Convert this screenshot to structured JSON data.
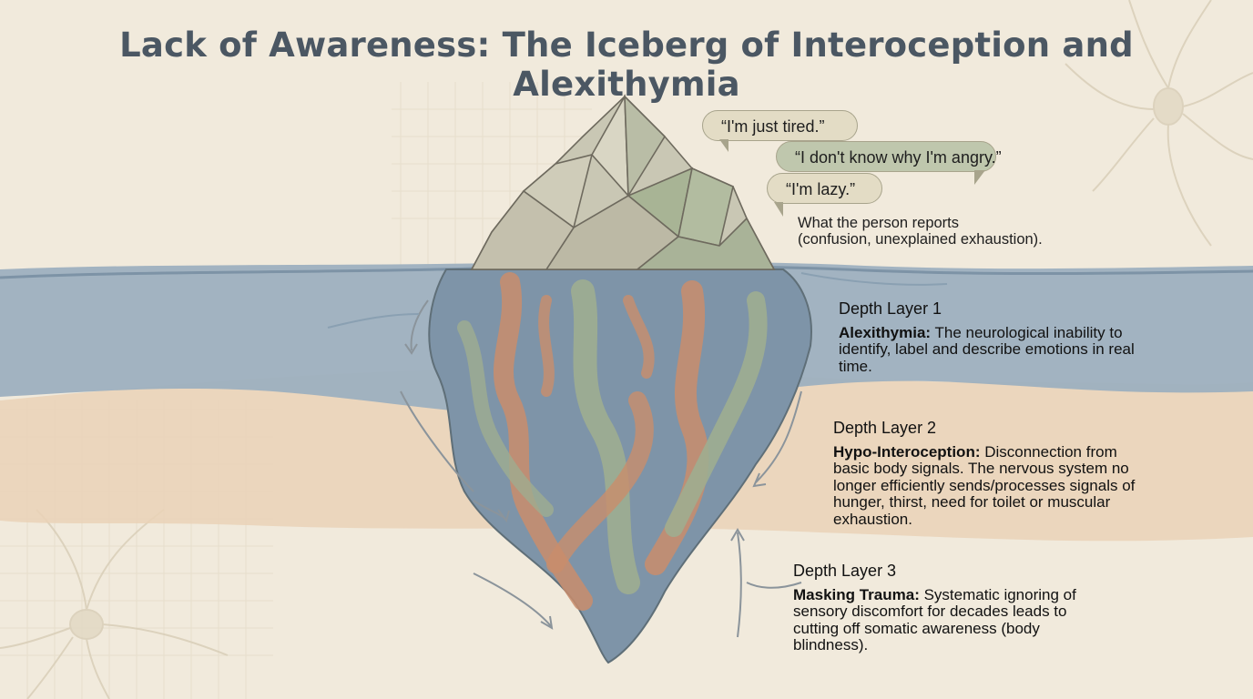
{
  "title": "Lack of Awareness: The Iceberg of Interoception and Alexithymia",
  "quotes": [
    {
      "text": "“I'm just tired.”",
      "color": "#e3dcc5"
    },
    {
      "text": "“I don't know why I'm angry.”",
      "color": "#bfc7ad"
    },
    {
      "text": "“I'm lazy.”",
      "color": "#e3dcc5"
    }
  ],
  "report": {
    "line1": "What the person reports",
    "line2": "(confusion, unexplained exhaustion)."
  },
  "layers": [
    {
      "heading": "Depth Layer 1",
      "term": "Alexithymia:",
      "line1": " The neurological inability to",
      "line2": "identify, label and describe emotions in real",
      "line3": "time."
    },
    {
      "heading": "Depth Layer 2",
      "term": "Hypo-Interoception:",
      "line1": " Disconnection from",
      "line2": "basic body signals. The nervous system no",
      "line3": "longer efficiently sends/processes signals of",
      "line4": "hunger, thirst, need for toilet or muscular",
      "line5": "exhaustion."
    },
    {
      "heading": "Depth Layer 3",
      "term": "Masking Trauma:",
      "line1": " Systematic ignoring of",
      "line2": "sensory discomfort for decades leads to",
      "line3": "cutting off somatic awareness (body",
      "line4": "blindness)."
    }
  ],
  "colors": {
    "background": "#f1eadc",
    "water_band": "#9db0bf",
    "middle_band": "#ead2b7",
    "iceberg_top": "#c9c7b4",
    "iceberg_green": "#9fad90",
    "iceberg_orange": "#c98d6c",
    "iceberg_blue": "#7e94a8",
    "title": "#4b5763"
  }
}
